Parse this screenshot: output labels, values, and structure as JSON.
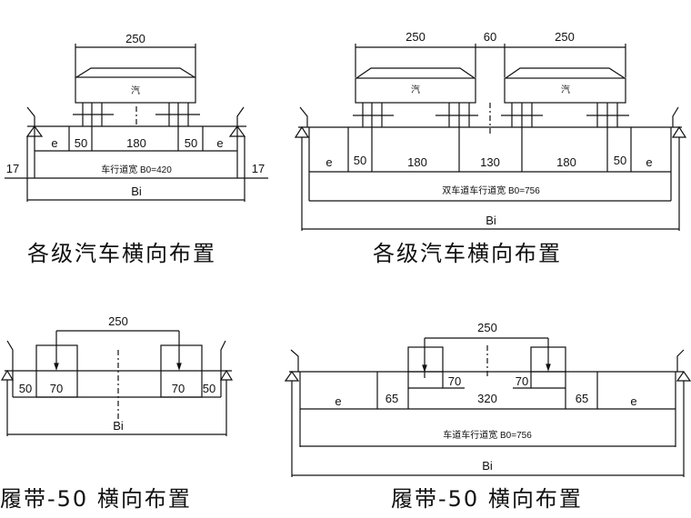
{
  "diagrams": [
    {
      "caption": "各级汽车横向布置",
      "vehicle_label": "汽",
      "dims": {
        "vehicle_width": "250",
        "edge": "e",
        "wheel_offset": "50",
        "wheel_track": "180",
        "curb": "17"
      },
      "roadway_label": "车行道宽 B0=420",
      "total_label": "Bi"
    },
    {
      "caption": "各级汽车横向布置",
      "vehicle_label": "汽",
      "dims": {
        "vehicle_width": "250",
        "gap": "60",
        "edge": "e",
        "wheel_offset": "50",
        "wheel_track": "180",
        "inner": "130"
      },
      "roadway_label": "双车道车行道宽 B0=756",
      "total_label": "Bi"
    },
    {
      "caption": "履带-50 横向布置",
      "dims": {
        "track_spacing": "250",
        "edge": "50",
        "track_width": "70"
      },
      "total_label": "Bi"
    },
    {
      "caption": "履带-50 横向布置",
      "dims": {
        "track_spacing": "250",
        "edge": "e",
        "offset": "65",
        "track_width": "70",
        "outer": "320"
      },
      "roadway_label": "车道车行道宽 B0=756",
      "total_label": "Bi"
    }
  ]
}
